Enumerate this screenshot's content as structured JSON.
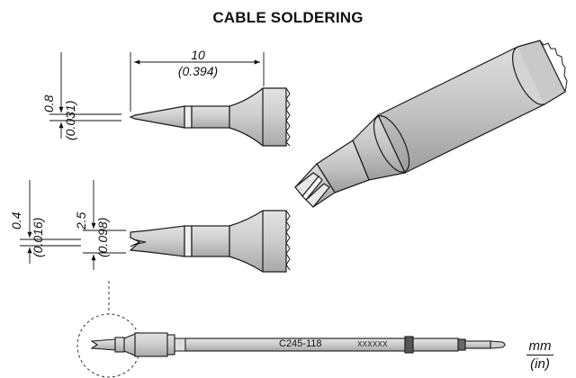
{
  "title": "CABLE SOLDERING",
  "dimensions": {
    "length_mm": "10",
    "length_in": "(0.394)",
    "tip_mm": "0.8",
    "tip_in": "(0.031)",
    "slot_mm": "0.4",
    "slot_in": "(0.016)",
    "width_mm": "2.5",
    "width_in": "(0.098)"
  },
  "cartridge": {
    "model": "C245-118",
    "code": "XXXXXX"
  },
  "units": {
    "top": "mm",
    "bottom": "(in)"
  },
  "colors": {
    "body_gray": "#c2c2c2",
    "body_light": "#dadada",
    "outline": "#1a1a1a",
    "background": "#ffffff"
  }
}
